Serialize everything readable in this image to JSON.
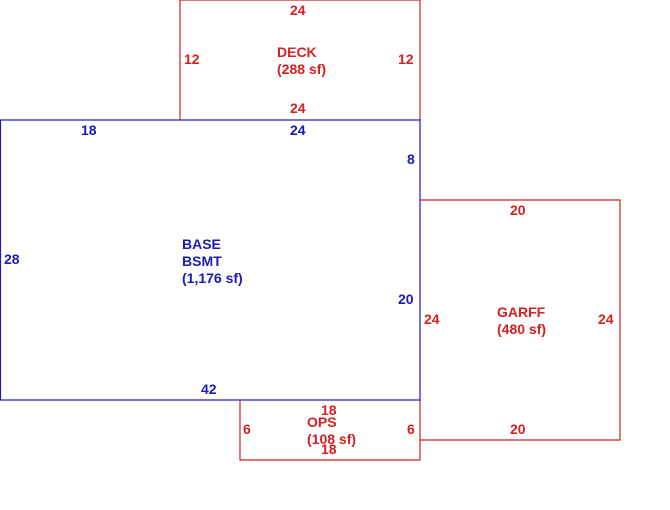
{
  "colors": {
    "base": "#1a1ab4",
    "addition": "#d42020",
    "background": "#ffffff"
  },
  "areas": {
    "base": {
      "line1": "BASE",
      "line2": "BSMT",
      "line3": "(1,176 sf)",
      "dims": {
        "top_left": "18",
        "top_right": "24",
        "left": "28",
        "right_upper": "8",
        "right_lower": "20",
        "bottom": "42"
      }
    },
    "deck": {
      "line1": "DECK",
      "line2": "(288 sf)",
      "dims": {
        "top": "24",
        "left": "12",
        "right": "12",
        "bottom": "24"
      }
    },
    "garff": {
      "line1": "GARFF",
      "line2": "(480 sf)",
      "dims": {
        "top": "20",
        "left": "24",
        "right": "24",
        "bottom": "20"
      }
    },
    "ops": {
      "line1": "OPS",
      "line2": "(108 sf)",
      "dims": {
        "top": "18",
        "left": "6",
        "right": "6",
        "bottom": "18"
      }
    }
  }
}
